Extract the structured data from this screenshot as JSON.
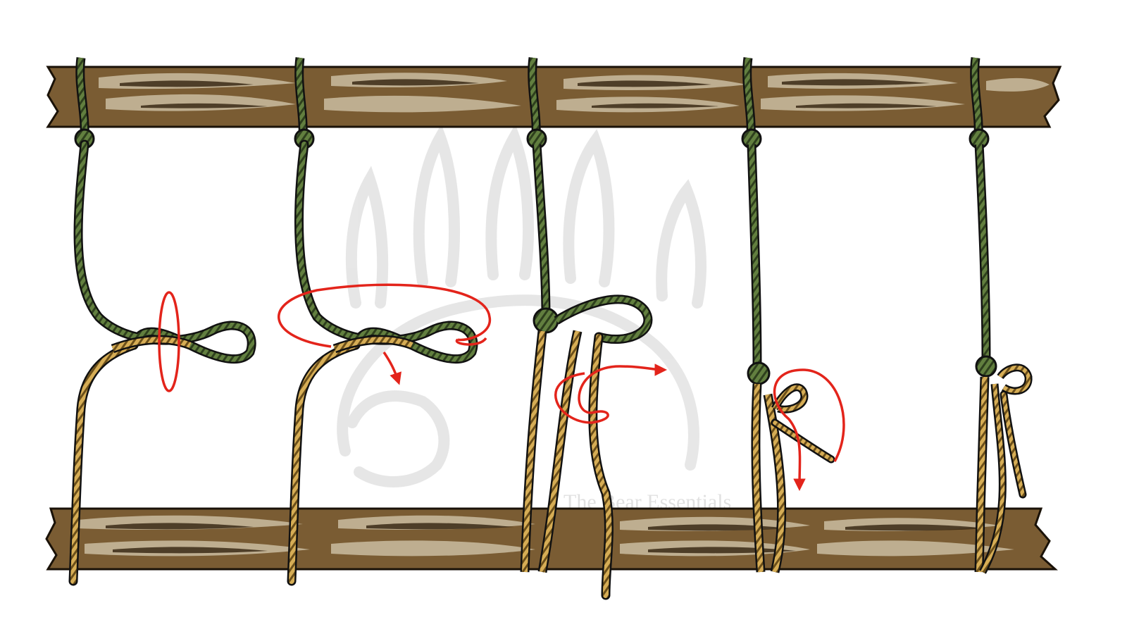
{
  "diagram": {
    "kind": "knot-tying-steps",
    "step_count": 5,
    "rope_colors": {
      "green_end": "#5c7a3c",
      "tan_end": "#c8a04a",
      "outline": "#1c1c1c"
    },
    "arrow_color": "#e3241b",
    "wood_colors": {
      "base": "#7a5c33",
      "grain_light": "#cfc3a8",
      "grain_dark": "#3b2a16"
    }
  },
  "watermark": {
    "text": "The Bear Essentials",
    "logo": "bear-paw-claw-logo",
    "color": "#c8c8c8"
  }
}
